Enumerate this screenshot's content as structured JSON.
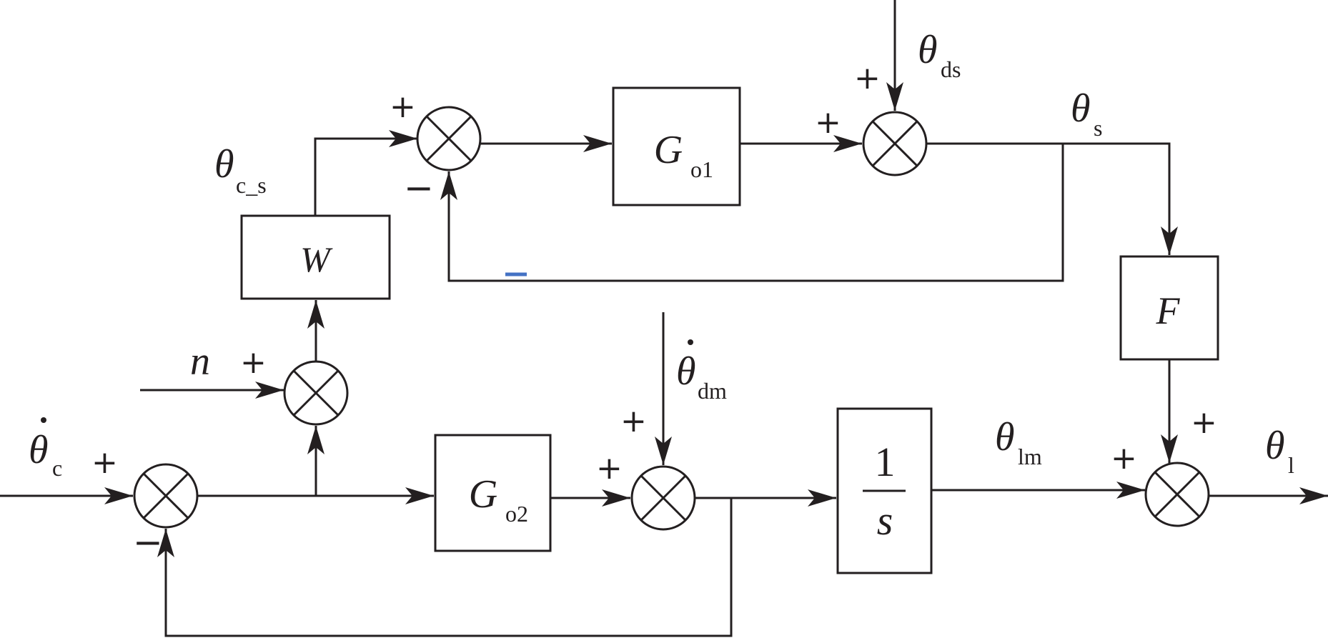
{
  "blocks": {
    "W": "W",
    "Go1": {
      "main": "G",
      "sub": "o1"
    },
    "Go2": {
      "main": "G",
      "sub": "o2"
    },
    "F": "F",
    "integrator": {
      "num": "1",
      "den": "s"
    }
  },
  "signals": {
    "theta_c_s": {
      "sym": "θ",
      "sub": "c_s"
    },
    "theta_ds": {
      "sym": "θ",
      "sub": "ds"
    },
    "theta_s": {
      "sym": "θ",
      "sub": "s"
    },
    "n": "n",
    "theta_dot_dm": {
      "sym": "θ",
      "sub": "dm"
    },
    "theta_dot_c": {
      "sym": "θ",
      "sub": "c"
    },
    "theta_lm": {
      "sym": "θ",
      "sub": "lm"
    },
    "theta_l": {
      "sym": "θ",
      "sub": "l"
    }
  },
  "signs": {
    "plus": "+",
    "minus": "−"
  },
  "colors": {
    "stroke": "#231f20",
    "accent_minus": "#4472c4"
  }
}
